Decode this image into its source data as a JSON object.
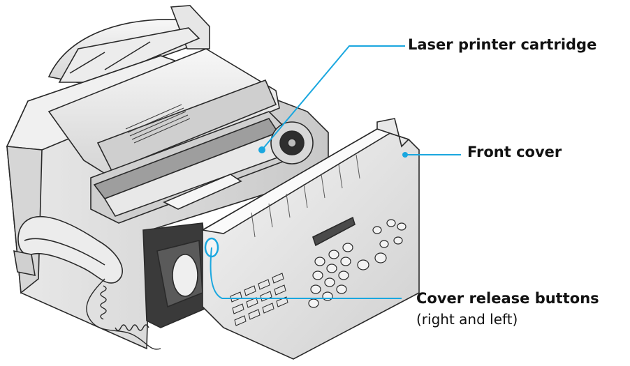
{
  "labels": {
    "cartridge": "Laser printer cartridge",
    "front_cover": "Front cover",
    "release_buttons": "Cover release buttons",
    "release_note": "(right and left)"
  },
  "colors": {
    "leader_line": "#1aa7df",
    "outline": "#2a2a2a",
    "body_light": "#f2f2f2",
    "body_mid": "#d9d9d9",
    "body_dark": "#a9a9a9",
    "interior_dark": "#2e2e2e"
  }
}
